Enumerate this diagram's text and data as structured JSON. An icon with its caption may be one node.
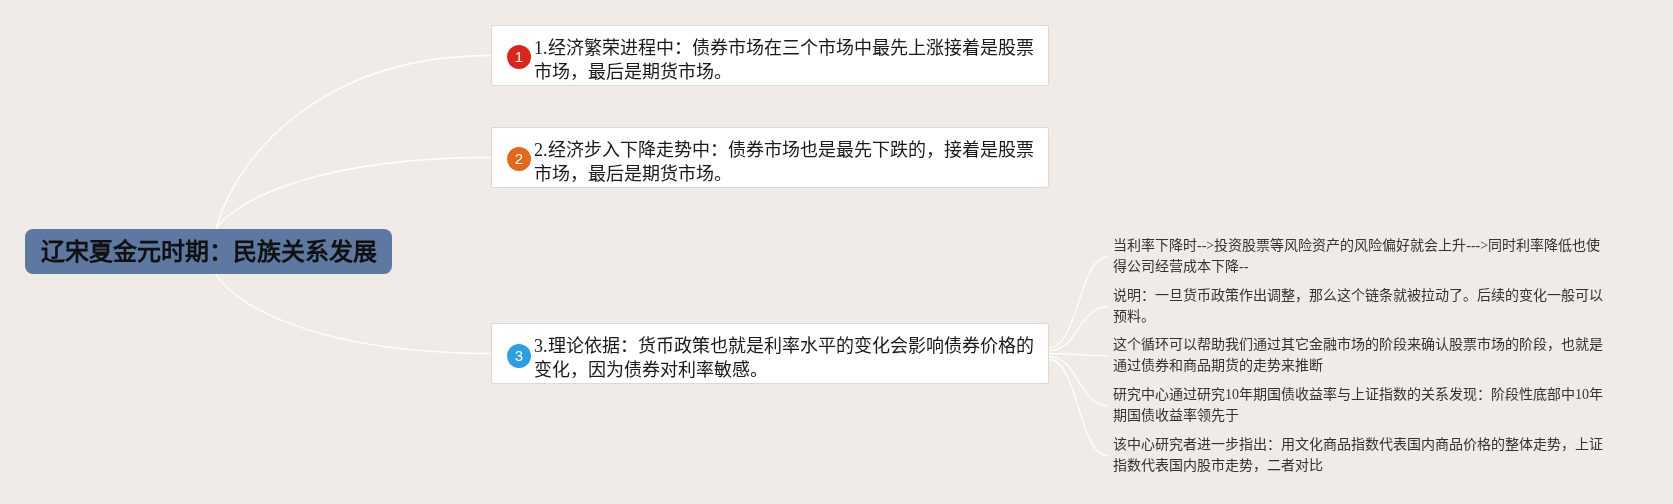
{
  "diagram": {
    "nodes": [
      {
        "text": [
          "辽宋夏金元时期：民族关系发展"
        ]
      },
      {
        "text": [
          "1",
          "1.经济繁荣进程中：债券市场在三个市场中最先上涨接着是股票市场，最后是期货市场。"
        ]
      },
      {
        "text": [
          "2",
          "2.经济步入下降走势中：债券市场也是最先下跌的，接着是股票市场，最后是期货市场。"
        ]
      },
      {
        "text": [
          "3",
          "3.理论依据：货币政策也就是利率水平的变化会影响债券价格的变化，因为债券对利率敏感。"
        ]
      },
      {
        "text": [
          "当利率下降时-->投资股票等风险资产的风险偏好就会上升--->同时利率降低也使得公司经营成本下降--"
        ]
      },
      {
        "text": [
          "说明：一旦货币政策作出调整，那么这个链条就被拉动了。后续的变化一般可以预料。"
        ]
      },
      {
        "text": [
          "这个循环可以帮助我们通过其它金融市场的阶段来确认股票市场的阶段，也就是通过债券和商品期货的走势来推断"
        ]
      },
      {
        "text": [
          "研究中心通过研究10年期国债收益率与上证指数的关系发现：阶段性底部中10年期国债收益率领先于"
        ]
      },
      {
        "text": [
          "该中心研究者进一步指出：用文化商品指数代表国内商品价格的整体走势，上证指数代表国内股市走势，二者对比"
        ]
      }
    ],
    "edges": [
      {
        "from": 0,
        "to": 1,
        "arrow": "none"
      },
      {
        "from": 0,
        "to": 2,
        "arrow": "none"
      },
      {
        "from": 0,
        "to": 3,
        "arrow": "none"
      },
      {
        "from": 3,
        "to": 4,
        "arrow": "none"
      },
      {
        "from": 3,
        "to": 5,
        "arrow": "none"
      },
      {
        "from": 3,
        "to": 6,
        "arrow": "none"
      },
      {
        "from": 3,
        "to": 7,
        "arrow": "none"
      },
      {
        "from": 3,
        "to": 8,
        "arrow": "none"
      }
    ]
  }
}
